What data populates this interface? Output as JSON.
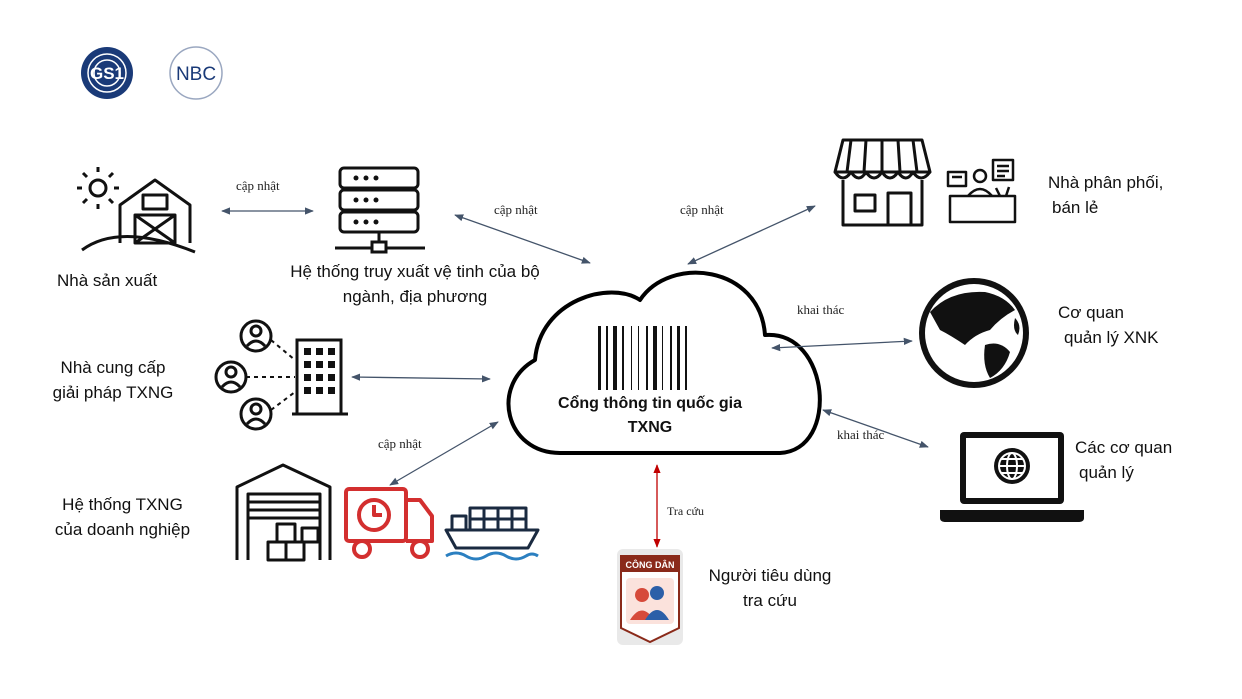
{
  "logos": {
    "gs1": {
      "text": "GS1",
      "color": "#1a3a78"
    },
    "nbc": {
      "text": "NBC",
      "color": "#1a3a78"
    }
  },
  "center": {
    "title_line1": "Cổng thông tin quốc gia",
    "title_line2": "TXNG"
  },
  "nodes": {
    "producer": "Nhà sản xuất",
    "satellite_line1": "Hệ thống truy xuất vệ tinh của bộ",
    "satellite_line2": "ngành, địa phương",
    "distributor_line1": "Nhà phân phối,",
    "distributor_line2": "bán lẻ",
    "solution_line1": "Nhà cung cấp",
    "solution_line2": "giải pháp TXNG",
    "export_line1": "Cơ quan",
    "export_line2": "quản lý XNK",
    "enterprise_line1": "Hệ thống TXNG",
    "enterprise_line2": "của doanh nghiệp",
    "agencies_line1": "Các cơ quan",
    "agencies_line2": "quản lý",
    "consumer_line1": "Người tiêu dùng",
    "consumer_line2": "tra cứu"
  },
  "badge": {
    "text": "CÔNG DÂN"
  },
  "edges": {
    "producer_satellite": "cập nhật",
    "satellite_cloud": "cập nhật",
    "cloud_distributor": "cập nhật",
    "cloud_export": "khai thác",
    "cloud_agencies": "khai thác",
    "cloud_enterprise": "cập nhật",
    "cloud_consumer": "Tra cứu"
  },
  "colors": {
    "arrow": "#44546a",
    "consumer_arrow": "#c00000",
    "logistics": "#d32f2f",
    "icon": "#111111"
  }
}
